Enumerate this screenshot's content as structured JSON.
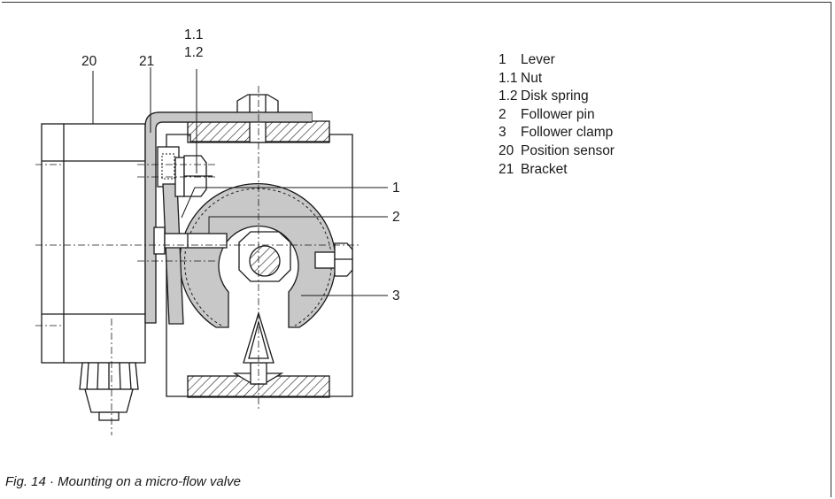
{
  "callouts": {
    "c20": "20",
    "c21": "21",
    "c1_1": "1.1",
    "c1_2": "1.2",
    "c1": "1",
    "c2": "2",
    "c3": "3"
  },
  "legend": [
    {
      "num": "1",
      "label": "Lever"
    },
    {
      "num": "1.1",
      "label": "Nut"
    },
    {
      "num": "1.2",
      "label": "Disk spring"
    },
    {
      "num": "2",
      "label": "Follower pin"
    },
    {
      "num": "3",
      "label": "Follower clamp"
    },
    {
      "num": "20",
      "label": "Position sensor"
    },
    {
      "num": "21",
      "label": "Bracket"
    }
  ],
  "caption": "Fig. 14 · Mounting on a micro-flow valve",
  "colors": {
    "line": "#1a1a1a",
    "gray_fill": "#c8c8c8",
    "background": "#ffffff"
  }
}
